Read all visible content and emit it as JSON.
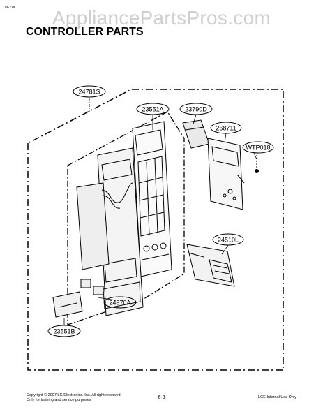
{
  "header": {
    "corner_code": "#E7W",
    "watermark": "AppliancePartsPros.com",
    "title": "CONTROLLER PARTS"
  },
  "parts": {
    "p24781S": "24781S",
    "p23551A": "23551A",
    "p23790D": "23790D",
    "p268711": "268711",
    "pWTP018": "WTP018",
    "p24510L": "24510L",
    "p24970A": "24970A",
    "p23551B": "23551B"
  },
  "footer": {
    "copyright": "Copyright © 2007 LG Electronics. Inc. All right reserved.",
    "training": "Only for training and service purposes",
    "page": "-6-3-",
    "internal": "LGE Internal Use Only"
  }
}
